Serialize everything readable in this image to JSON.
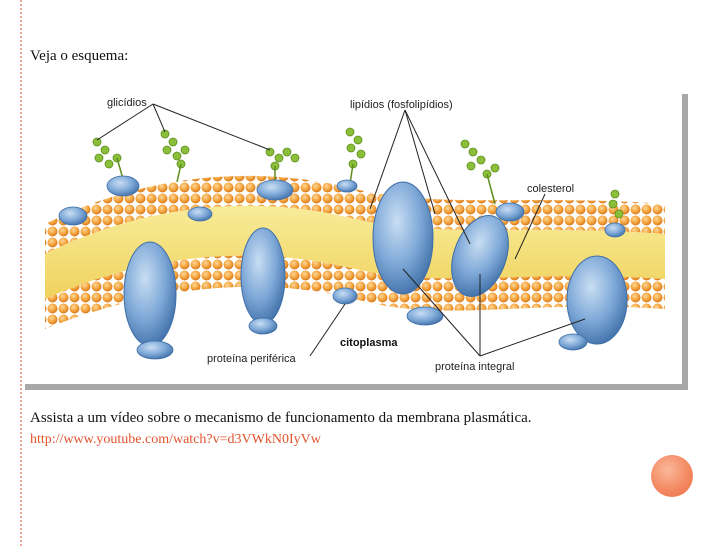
{
  "slide": {
    "intro": "Veja o esquema:",
    "body_text": "Assista a um vídeo sobre o mecanismo de funcionamento da membrana plasmática.",
    "link": "http://www.youtube.com/watch?v=d3VWkN0IyVw",
    "accent_color": "#e2542e"
  },
  "diagram": {
    "labels": {
      "glicidios": "glicídios",
      "lipidios": "lipídios (fosfolipídios)",
      "colesterol": "colesterol",
      "citoplasma": "citoplasma",
      "proteina_periferica": "proteína periférica",
      "proteina_integral": "proteína integral"
    },
    "colors": {
      "phospholipid_head": "#f3a43c",
      "lipid_core": "#f6e27a",
      "protein": "#7fa9d8",
      "glycan": "#8bbf3a"
    }
  }
}
